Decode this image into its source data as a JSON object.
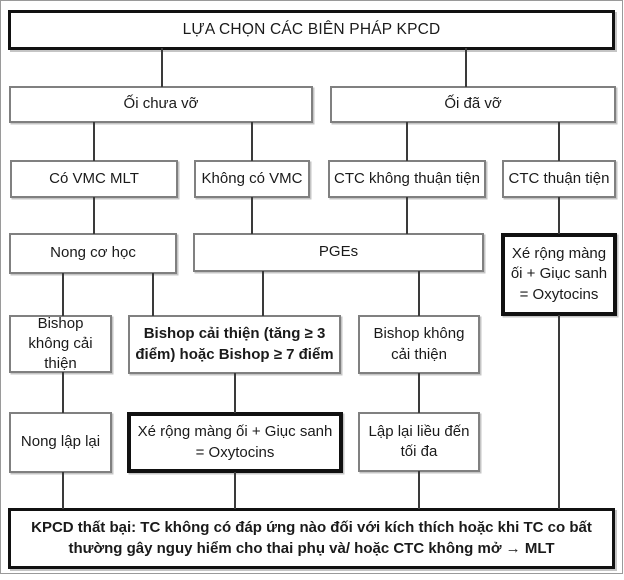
{
  "diagram": {
    "title": "LỰA CHỌN CÁC BIÊN PHÁP KPCD",
    "nodes": {
      "oi_chua_vo": "Ối chưa vỡ",
      "oi_da_vo": "Ối đã vỡ",
      "co_vmc_mlt": "Có VMC MLT",
      "khong_co_vmc": "Không có VMC",
      "ctc_khong_thuan_tien": "CTC không thuận tiện",
      "ctc_thuan_tien": "CTC thuận tiện",
      "nong_co_hoc": "Nong cơ học",
      "pges": "PGEs",
      "xe_rong_mang_oi_right": "Xé rộng màng ối + Giục sanh = Oxytocins",
      "bishop_khong_cai_thien_left": "Bishop không cải thiện",
      "bishop_cai_thien": "Bishop cải thiện (tăng ≥ 3 điểm) hoặc Bishop ≥ 7 điểm",
      "bishop_khong_cai_thien_right": "Bishop không cải thiện",
      "nong_lap_lai": "Nong lập lại",
      "xe_rong_mang_oi_center": "Xé rộng màng ối + Giục sanh = Oxytocins",
      "lap_lai_lieu_toi_da": "Lập lại liều đến tối đa",
      "kpcd_that_bai": "KPCD thất bại: TC không có đáp ứng nào đối với kích thích hoặc khi TC co bất thường gây nguy hiểm cho thai phụ và/ hoặc CTC không mở → MLT"
    },
    "colors": {
      "border_normal": "#808080",
      "border_bold": "#111111",
      "connector": "#3a3a3a",
      "background": "#ffffff",
      "text": "#1a1a1a"
    }
  }
}
